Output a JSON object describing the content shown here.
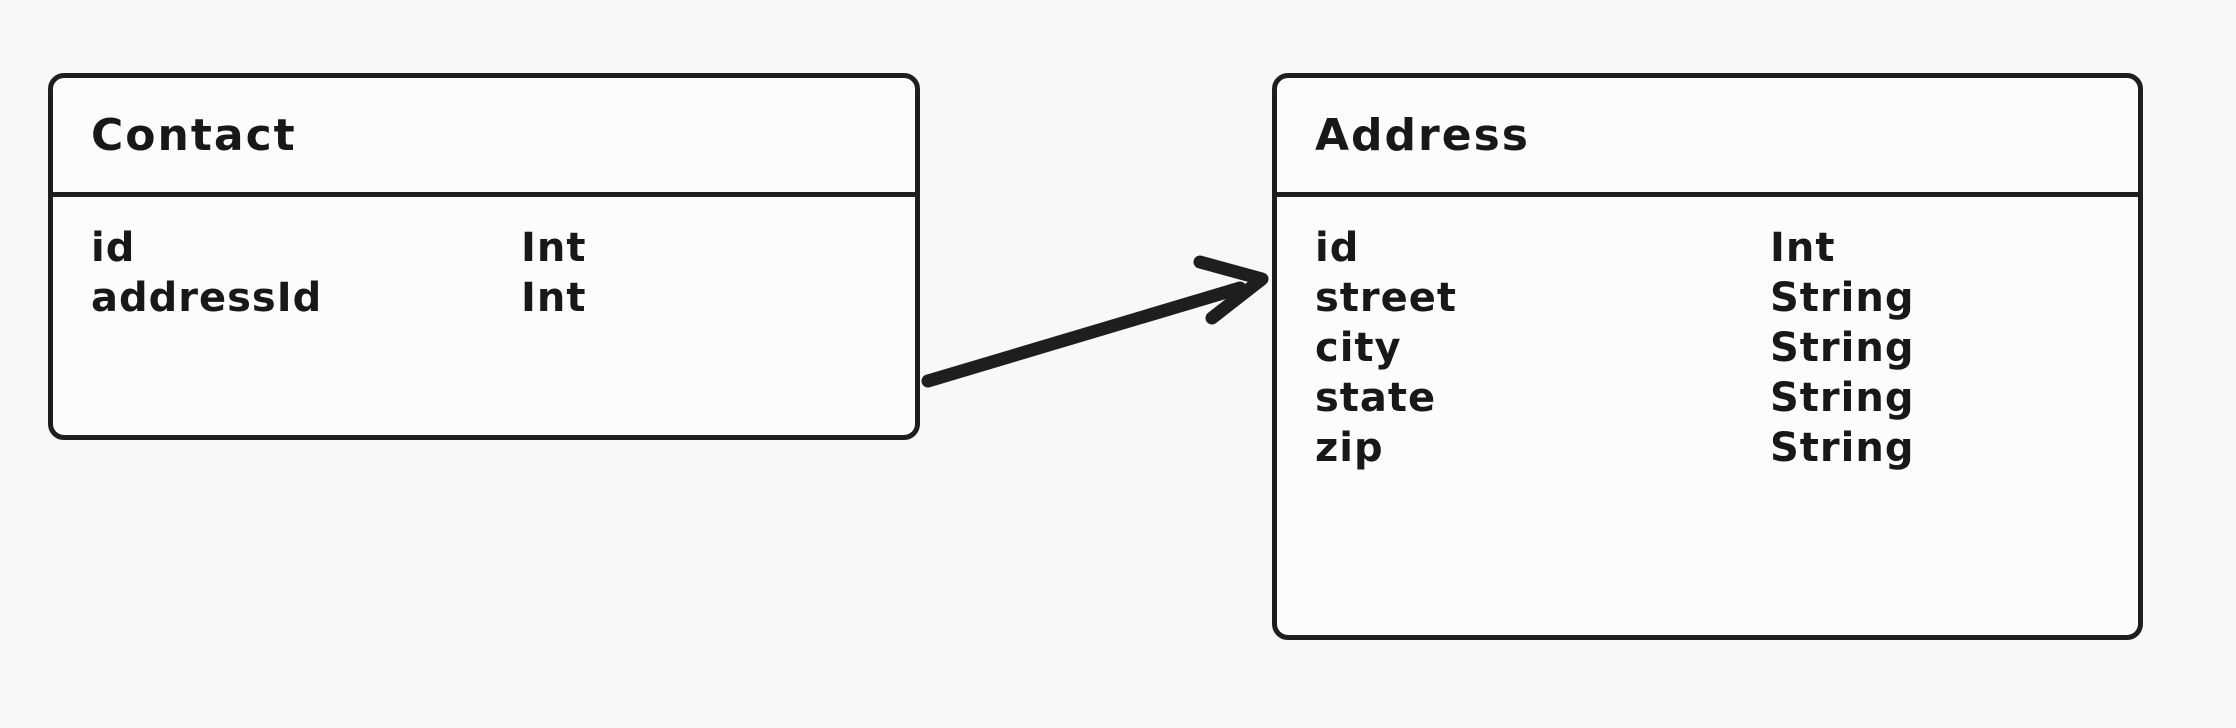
{
  "diagram": {
    "type": "entity-relationship-diagram",
    "background_color": "#f7f8fa",
    "stroke_color": "#1d1e20",
    "text_color": "#17181a"
  },
  "entities": [
    {
      "name": "Contact",
      "attributes": [
        {
          "name": "id",
          "type": "Int"
        },
        {
          "name": "addressId",
          "type": "Int"
        }
      ]
    },
    {
      "name": "Address",
      "attributes": [
        {
          "name": "id",
          "type": "Int"
        },
        {
          "name": "street",
          "type": "String"
        },
        {
          "name": "city",
          "type": "String"
        },
        {
          "name": "state",
          "type": "String"
        },
        {
          "name": "zip",
          "type": "String"
        }
      ]
    }
  ],
  "relationships": [
    {
      "from": "Contact",
      "to": "Address",
      "via": "addressId",
      "direction": "one-to-one",
      "arrow": "single-headed"
    }
  ]
}
